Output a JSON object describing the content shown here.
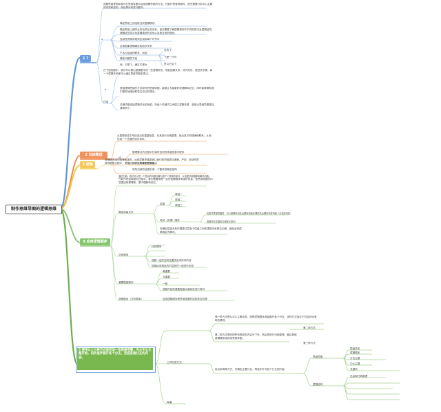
{
  "title": "制作思维导图的逻辑思维",
  "colors": {
    "blue": "#3d86d8",
    "orange": "#f08a4b",
    "yellow": "#f5c843",
    "green": "#7ac36a",
    "line_grey": "#c9c9c9",
    "b1": "#6a9ee0",
    "b2": "#f0905a",
    "b3": "#f4c95a",
    "b4": "#86c66e",
    "b5": "#78b84e"
  },
  "branches": {
    "b1": {
      "label": "1 ?",
      "items": [
        "逻辑思维是指导我们在思维导图中运用逻辑思维的方法，在制作思维导图时，首先需要分析中心主题的内容和结构，然后再对其进行展开。",
        "a",
        "确定思维上的连接当前逻辑联系。",
        "确定思维上相同业务及同业务关系，首先需要了解逻辑规则中不同的层次及逻辑结构，理解这些层次及逻辑规则的关系以及相互间的联系。",
        "连续性的顺序规则应用到每个环节中",
        "运用因果逻辑确定各层次关系",
        "户名与层级的联系、前因",
        "确定问题的方案",
        "然：它是飞，通过它是为",
        "先有飞",
        "飞是一只鸟",
        "所以它会飞",
        "在下面的图中，我们可以看出逻辑图中的一些逻辑关系，例如因果关系、并列关系、递进关系等。每一个逻辑关系都可以通过思维导图来表达。",
        "b",
        "使用逻辑思维的方法制作的思维导图，能够让大脑更好地理解和记忆，同时能够帮助我们更好地组织和表达自己的想法。",
        "作用",
        "关键词是连接逻辑关系的桥梁，在每个关键词之间建立逻辑关联，能够让思维导图更加清晰明了。"
      ]
    },
    "b2": {
      "label": "2 归纳整理",
      "items": [
        "从整理信息中所挑选出的重要信息，对其进行归纳整理，找出其中的规律和联系，从而形成一个完整的知识体系。",
        "分",
        "整理要点的过程中归纳所找到的关键信息与联系",
        "归纳为简单的逻辑要点",
        "将所归纳的信息形成一个整体的概念结构",
        "通过归纳，我们可以把一个复杂的问题分解为若干个简单的部分，从而更好地理解和解决问题。"
      ]
    },
    "b3": {
      "label": "3 逻辑",
      "items": [
        "逻辑是思维的规律和规则，运用逻辑思维能够让我们的思维更加清晰、严密，在制作思维导图的过程中，逻辑起到了至关重要的作用。"
      ]
    },
    "b4": {
      "label": "4 应用逻辑顺序",
      "items": [
        "在制作思维导图的过程中，我们需要按照一定的逻辑顺序来组织信息，使思维导图的内容更加条理清晰，便于理解和记忆。",
        "确定层级关系",
        "结果",
        "原因一",
        "原因二",
        "原因三",
        "时间（步骤）顺序",
        "在制作思维导图时，可以按照时间先后顺序或者步骤的先后顺序来排列各个分支的内容。",
        "按照事情发展的过程依次排列",
        "在确定层级关系时需要注意各个层级之间的逻辑关系是否正确，避免出现逻辑混乱的情况。",
        "空间顺序",
        "按照一定的空间位置关系来排列内容",
        "重要程度顺序",
        "最重要",
        "次重要",
        "一般",
        "按照内容的重要程度从高到低进行排列",
        "比较顺序",
        "将相似或相反的内容放在一起进行比较",
        "逻辑顺序（分析框架）",
        "运用逻辑顺序使思维导图的结构更加合理"
      ]
    },
    "b5": {
      "label": "5 使用以上三种方式来完成一张思维导图，先从中心主题开始，向外逐步展开各个分支，完成各级分支的内容。",
      "items": [
        "三种完成方式",
        "第一种方式是从中心主题出发，按照逻辑顺序逐级展开各个分支，这种方式适合于内容比较清晰的情况。",
        "第二种方式",
        "第二种方式是先把所有想到的内容写下来，然后再进行归纳整理，最后按照逻辑顺序组织成思维导图。",
        "第三种方式",
        "结合前两种方式，先确定主要分支，再逐步补充各个分支的内容。",
        "纵横",
        "思维导图",
        "逻辑结构",
        "层级关系",
        "逻辑顺序",
        "分支主题",
        "中心主题",
        "关键词",
        "总结和归纳整理"
      ]
    }
  }
}
